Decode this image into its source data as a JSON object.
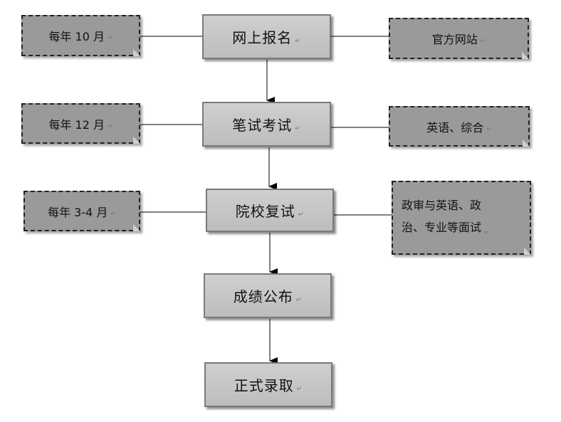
{
  "steps": [
    {
      "label": "网上报名"
    },
    {
      "label": "笔试考试"
    },
    {
      "label": "院校复试"
    },
    {
      "label": "成绩公布"
    },
    {
      "label": "正式录取"
    }
  ],
  "left_notes": [
    {
      "label": "每年 10 月"
    },
    {
      "label": "每年 12 月"
    },
    {
      "label": "每年 3-4 月"
    }
  ],
  "right_notes": [
    {
      "lines": [
        "官方网站"
      ]
    },
    {
      "lines": [
        "英语、综合"
      ]
    },
    {
      "lines": [
        "政审与英语、政",
        "治、专业等面试"
      ]
    }
  ],
  "paragraph_mark": "↵",
  "colors": {
    "step_fill": "#c6c6c6",
    "note_fill": "#9a9a9a",
    "line": "#000000"
  }
}
